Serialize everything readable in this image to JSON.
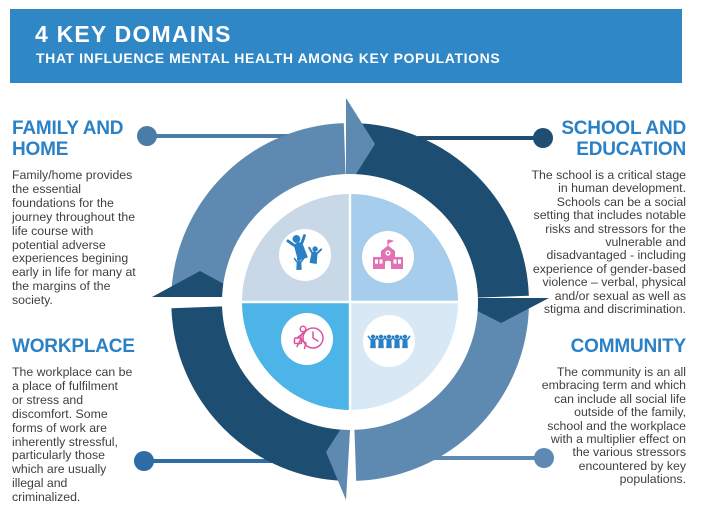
{
  "header": {
    "title": "4 KEY DOMAINS",
    "subtitle": "THAT INFLUENCE MENTAL HEALTH AMONG KEY POPULATIONS"
  },
  "sections": {
    "family": {
      "heading": "FAMILY AND\nHOME",
      "body": "Family/home provides\nthe essential\nfoundations for the\njourney throughout the\nlife course with\npotential adverse\nexperiences begining\nearly in life for many at\nthe margins of the\nsociety."
    },
    "school": {
      "heading": "SCHOOL AND\nEDUCATION",
      "body": "The school is a critical stage\nin human development.\nSchools can be a social\nsetting that includes notable\nrisks and stressors for the\nvulnerable and\ndisadvantaged - including\nexperience of gender-based\nviolence – verbal, physical\nand/or sexual as well as\nstigma and discrimination."
    },
    "workplace": {
      "heading": "WORKPLACE",
      "body": "The workplace can be\na place of fulfilment\nor stress and\ndiscomfort. Some\nforms of work are\ninherently stressful,\nparticularly those\nwhich are usually\nillegal and\ncriminalized."
    },
    "community": {
      "heading": "COMMUNITY",
      "body": "The community is an all\nembracing term and which\ncan include all social life\noutside of the family,\nschool and the workplace\nwith a multiplier effect on\nthe various stressors\nencountered by key\npopulations."
    }
  },
  "diagram": {
    "type": "circular-cycle-arrows",
    "icons": [
      "family-figures-icon",
      "school-building-icon",
      "worker-running-clock-icon",
      "community-people-icon"
    ]
  },
  "colors": {
    "banner-bg": "#2f87c6",
    "banner-text": "#ffffff",
    "heading": "#2b81c5",
    "body-text": "#3f3f3f",
    "arc-navy": "#1d4d70",
    "arc-medium": "#5e89b0",
    "quad-family": "#c9d8e6",
    "quad-school": "#a6cdeb",
    "quad-workplace": "#4db4e8",
    "quad-community": "#d8e9f5",
    "icon-blue": "#2980c4",
    "icon-pink": "#e372b5",
    "icon-pink-outline": "#dd549d",
    "conn-family": "#4a7ca8",
    "conn-school": "#1f4e72",
    "conn-workplace": "#2d6ca4",
    "conn-community": "#5d89b3"
  }
}
